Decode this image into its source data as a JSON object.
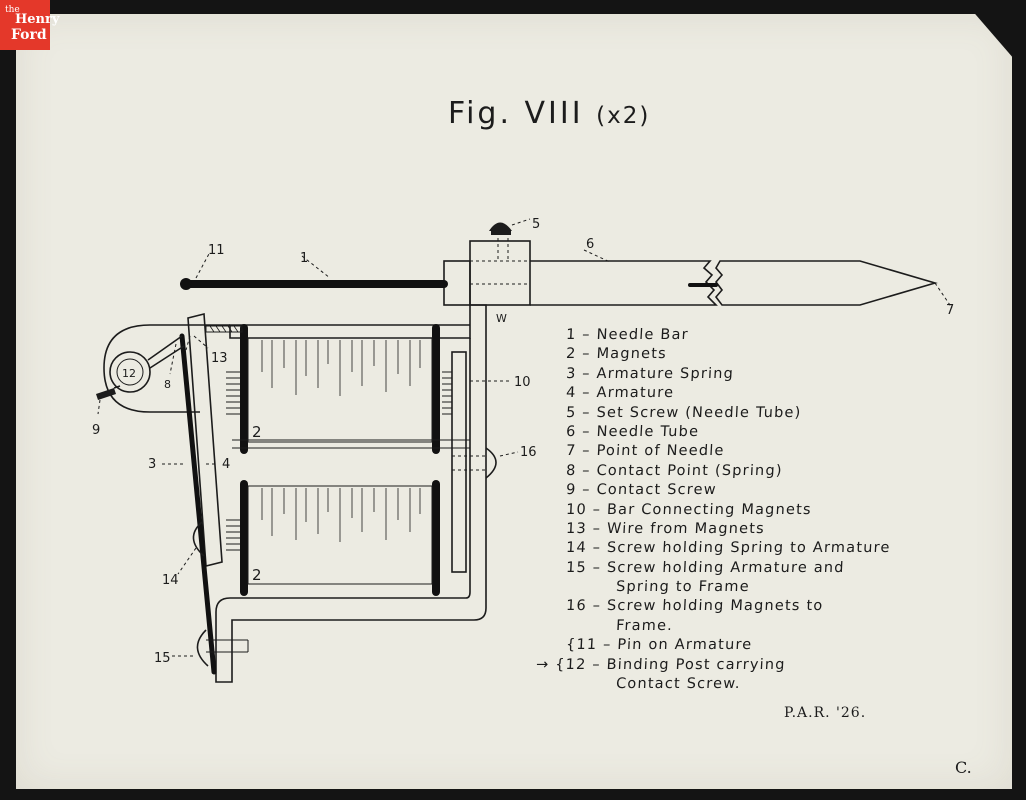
{
  "logo": {
    "prefix": "the",
    "line1": "Henry",
    "line2": "Ford",
    "color": "#e4382a"
  },
  "title": {
    "main": "Fig. VIII",
    "scale": "(x2)"
  },
  "callouts": {
    "c1": "1",
    "c2a": "2",
    "c2b": "2",
    "c3": "3",
    "c4": "4",
    "c5": "5",
    "c6": "6",
    "c7": "7",
    "c8": "8",
    "c9": "9",
    "c10": "10",
    "c11": "11",
    "c12": "12",
    "c13": "13",
    "c14": "14",
    "c15": "15",
    "c16": "16",
    "w": "W"
  },
  "legend": [
    "1 – Needle Bar",
    "2 – Magnets",
    "3 – Armature Spring",
    "4 – Armature",
    "5 – Set Screw (Needle Tube)",
    "6 – Needle Tube",
    "7 – Point of Needle",
    "8 – Contact Point (Spring)",
    "9 – Contact Screw",
    "10 – Bar Connecting Magnets",
    "13 – Wire from Magnets",
    "14 – Screw holding Spring to Armature",
    "15 – Screw holding Armature and",
    "Spring to Frame",
    "16 – Screw holding Magnets to",
    "Frame.",
    "{11 – Pin on Armature",
    "→ {12 – Binding Post carrying",
    "Contact Screw."
  ],
  "signature": "P.A.R. '26.",
  "corner_mark": "C."
}
